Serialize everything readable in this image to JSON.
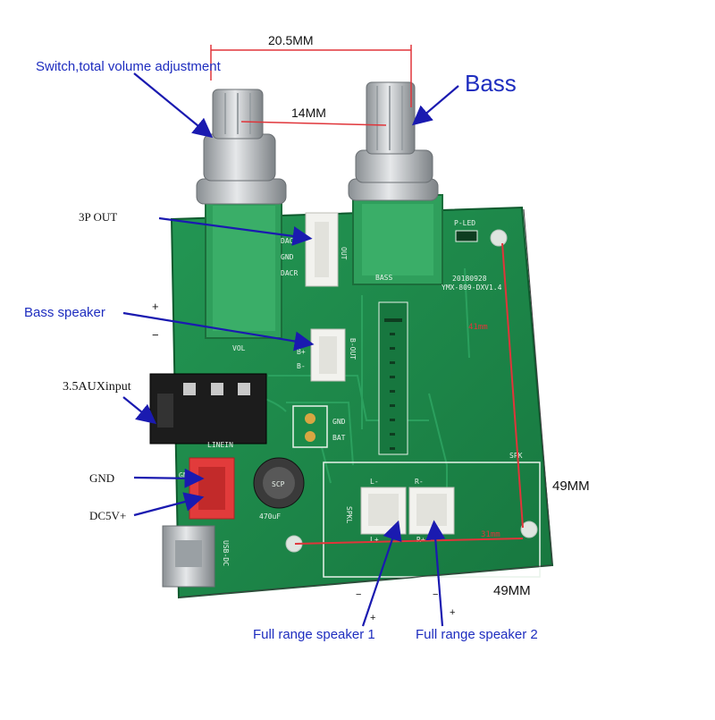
{
  "dimensions": {
    "top_outer": "20.5MM",
    "top_inner": "14MM",
    "right_height": "49MM",
    "bottom_width": "49MM"
  },
  "callouts": {
    "switch_volume": "Switch,total volume adjustment",
    "bass": "Bass",
    "out_3p": "3P OUT",
    "bass_speaker": "Bass speaker",
    "aux_input": "3.5AUXinput",
    "gnd": "GND",
    "dc5v": "DC5V+",
    "full_range_1": "Full range speaker 1",
    "full_range_2": "Full range speaker 2"
  },
  "polarity": {
    "plus": "+",
    "minus": "−"
  },
  "board_silkscreen": {
    "p_led": "P-LED",
    "dacl": "DACL",
    "gnd": "GND",
    "dacr": "DACR",
    "out": "OUT",
    "bass": "BASS",
    "date": "20180928",
    "model": "YMX-809-DXV1.4",
    "b_out": "B-OUT",
    "b_plus": "B+",
    "b_minus": "B-",
    "vol": "VOL",
    "linein": "LINEIN",
    "gnd2": "GND",
    "bat": "BAT",
    "cap_value": "470uF",
    "cap_code": "SCP",
    "spkl": "SPKL",
    "spk": "SPK",
    "l_minus": "L-",
    "r_minus": "R-",
    "l_plus": "L+",
    "r_plus": "R+",
    "usb": "USB-DC",
    "dim_41": "41mm",
    "dim_31": "31mm",
    "gn": "GN"
  },
  "colors": {
    "pcb": "#1f8a4b",
    "pcb_dark": "#146b37",
    "arrow": "#1a1ab0",
    "dimension": "#e0353a",
    "connector": "#f2f2ee",
    "power_connector": "#e23b3b"
  }
}
